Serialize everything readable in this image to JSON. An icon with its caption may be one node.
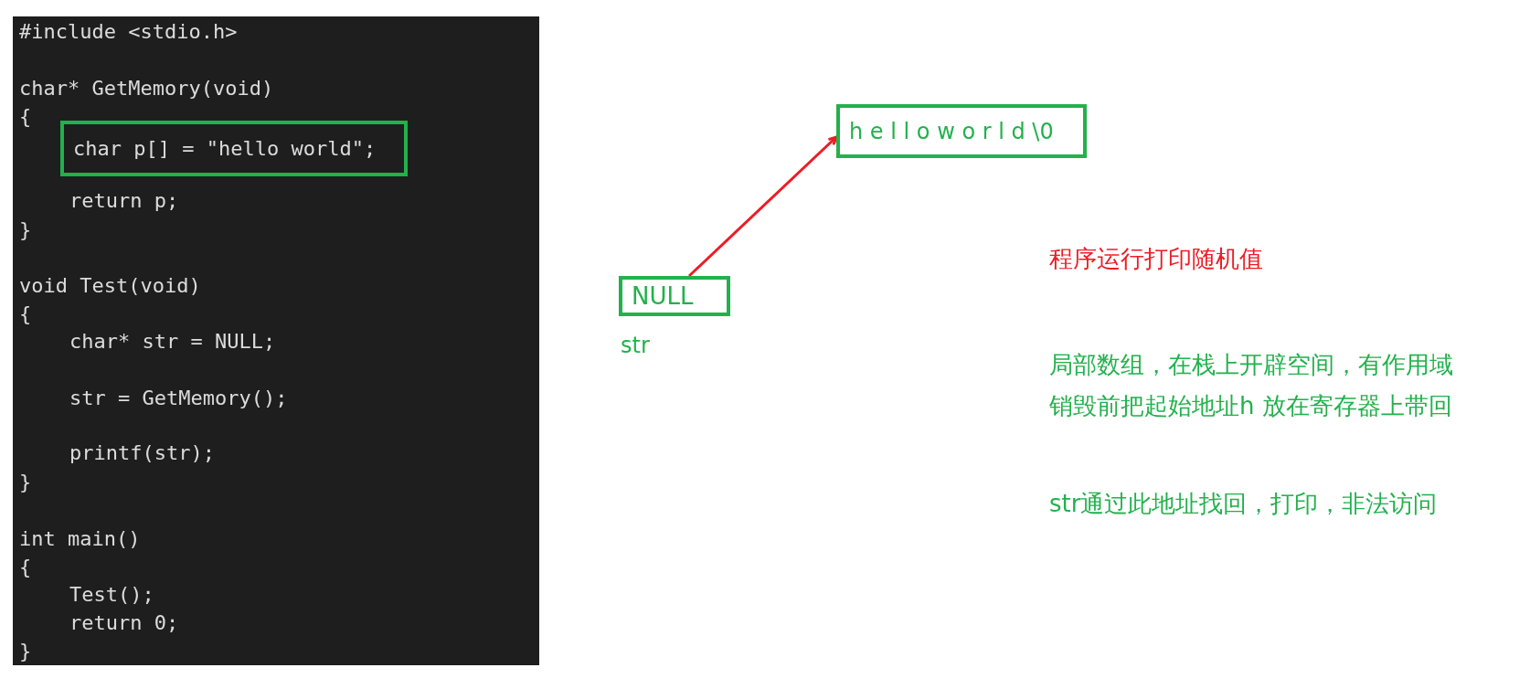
{
  "diagram": {
    "nodes": [
      {
        "text": [
          "#include <stdio.h>",
          "char* GetMemory(void)",
          "{",
          "return p;",
          "}",
          "void Test(void)",
          "{",
          "char* str = NULL;",
          "str = GetMemory();",
          "printf(str);",
          "}",
          "int main()",
          "{",
          "Test();",
          "return 0;",
          "}"
        ]
      },
      {
        "text": [
          "char p[] = \"hello world\";"
        ],
        "in": 0
      },
      {
        "text": [
          "h e l l o w o r l d \\0"
        ]
      },
      {
        "text": [
          "NULL"
        ],
        "beside": [
          "str"
        ]
      }
    ],
    "edges": [
      {
        "from": 3,
        "to": 2,
        "arrow": "to",
        "color": "#ed1c24"
      }
    ],
    "labels": [
      "程序运行打印随机值",
      "局部数组，在栈上开辟空间，有作用域销毁前把起始地址h 放在寄存器上带回",
      "str通过此地址找回，打印，非法访问"
    ]
  }
}
